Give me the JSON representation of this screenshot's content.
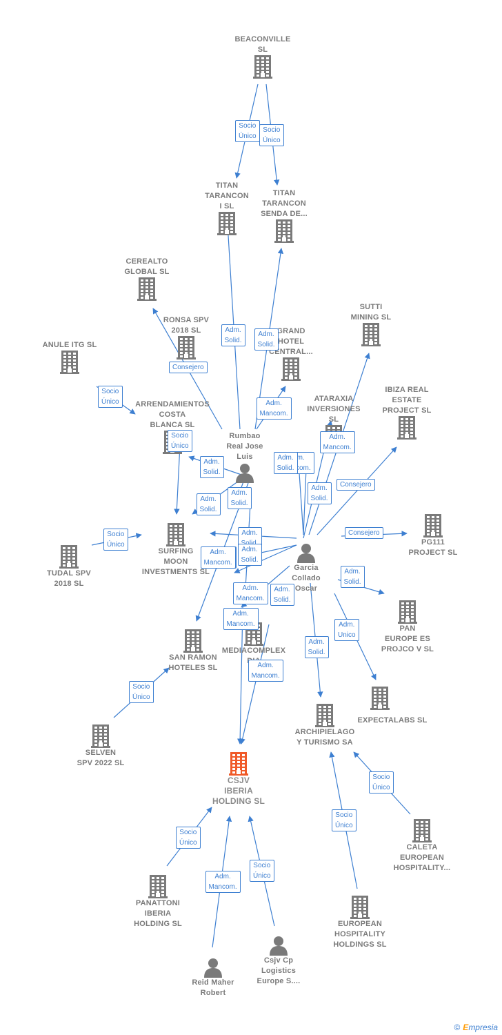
{
  "colors": {
    "edge": "#3d7fd1",
    "company": "#7a7a7a",
    "main": "#f05a28",
    "person": "#7a7a7a"
  },
  "nodes": [
    {
      "id": "beaconville",
      "label": "BEACONVILLE\nSL",
      "type": "company"
    },
    {
      "id": "titan1",
      "label": "TITAN\nTARANCON\nI  SL",
      "type": "company"
    },
    {
      "id": "titan2",
      "label": "TITAN\nTARANCON\nSENDA DE...",
      "type": "company"
    },
    {
      "id": "cerealto",
      "label": "CEREALTO\nGLOBAL  SL",
      "type": "company"
    },
    {
      "id": "ronsa",
      "label": "RONSA SPV\n2018  SL",
      "type": "company"
    },
    {
      "id": "grand",
      "label": "GRAND\nHOTEL\nCENTRAL...",
      "type": "company"
    },
    {
      "id": "sutti",
      "label": "SUTTI\nMINING SL",
      "type": "company"
    },
    {
      "id": "anule",
      "label": "ANULE ITG  SL",
      "type": "company"
    },
    {
      "id": "arrend",
      "label": "ARRENDAMIENTOS\nCOSTA\nBLANCA SL",
      "type": "company"
    },
    {
      "id": "ataraxia",
      "label": "ATARAXIA\nINVERSIONES\nSL",
      "type": "company"
    },
    {
      "id": "ibiza",
      "label": "IBIZA REAL\nESTATE\nPROJECT  SL",
      "type": "company"
    },
    {
      "id": "rumbao",
      "label": "Rumbao\nReal Jose\nLuis",
      "type": "person"
    },
    {
      "id": "tudal",
      "label": "TUDAL SPV\n2018  SL",
      "type": "company"
    },
    {
      "id": "surfing",
      "label": "SURFING\nMOON\nINVESTMENTS SL",
      "type": "company"
    },
    {
      "id": "garcia",
      "label": "Garcia\nCollado\nOscar",
      "type": "person"
    },
    {
      "id": "pg111",
      "label": "PG111\nPROJECT  SL",
      "type": "company"
    },
    {
      "id": "pan",
      "label": "PAN\nEUROPE ES\nPROJCO V SL",
      "type": "company"
    },
    {
      "id": "sanramon",
      "label": "SAN RAMON\nHOTELES SL",
      "type": "company"
    },
    {
      "id": "mediacomplex",
      "label": "MEDIACOMPLEX\nDIA\n17",
      "type": "company"
    },
    {
      "id": "expectalabs",
      "label": "EXPECTALABS SL",
      "type": "company"
    },
    {
      "id": "selven",
      "label": "SELVEN\nSPV 2022  SL",
      "type": "company"
    },
    {
      "id": "archipielago",
      "label": "ARCHIPIELAGO\nY TURISMO SA",
      "type": "company"
    },
    {
      "id": "csjv",
      "label": "CSJV\nIBERIA\nHOLDING  SL",
      "type": "main"
    },
    {
      "id": "caleta",
      "label": "CALETA\nEUROPEAN\nHOSPITALITY...",
      "type": "company"
    },
    {
      "id": "panattoni",
      "label": "PANATTONI\nIBERIA\nHOLDING  SL",
      "type": "company"
    },
    {
      "id": "european",
      "label": "EUROPEAN\nHOSPITALITY\nHOLDINGS  SL",
      "type": "company"
    },
    {
      "id": "reid",
      "label": "Reid Maher\nRobert",
      "type": "person"
    },
    {
      "id": "csjvcp",
      "label": "Csjv Cp\nLogistics\nEurope S....",
      "type": "person"
    }
  ],
  "edges": [
    {
      "label": "Socio\nÚnico"
    },
    {
      "label": "Socio\nÚnico"
    },
    {
      "label": "Adm.\nSolid."
    },
    {
      "label": "Adm.\nSolid."
    },
    {
      "label": "Consejero"
    },
    {
      "label": "Socio\nÚnico"
    },
    {
      "label": "Adm.\nMancom."
    },
    {
      "label": "Socio\nÚnico"
    },
    {
      "label": "Adm.\nSolid."
    },
    {
      "label": "Adm.\nSolid."
    },
    {
      "label": "Adm.\nSolid."
    },
    {
      "label": "Adm.\nMancom."
    },
    {
      "label": "Adm.\nSolid."
    },
    {
      "label": "Adm.\nMancom."
    },
    {
      "label": "Adm.\nSolid."
    },
    {
      "label": "Consejero"
    },
    {
      "label": "Socio\nÚnico"
    },
    {
      "label": "Consejero"
    },
    {
      "label": "Adm.\nSolid."
    },
    {
      "label": "Adm.\nSolid."
    },
    {
      "label": "Adm.\nMancom."
    },
    {
      "label": "Adm.\nMancom."
    },
    {
      "label": "Adm.\nMancom."
    },
    {
      "label": "Adm.\nSolid."
    },
    {
      "label": "Adm.\nSolid."
    },
    {
      "label": "Adm.\nUnico"
    },
    {
      "label": "Adm.\nSolid."
    },
    {
      "label": "Adm.\nMancom."
    },
    {
      "label": "Socio\nÚnico"
    },
    {
      "label": "Socio\nÚnico"
    },
    {
      "label": "Socio\nÚnico"
    },
    {
      "label": "Socio\nÚnico"
    },
    {
      "label": "Adm.\nMancom."
    },
    {
      "label": "Socio\nÚnico"
    },
    {
      "label": "Adm.\nMancom."
    }
  ],
  "footer": {
    "copyright": "©",
    "brand_e": "E",
    "brand_rest": "mpresia"
  }
}
